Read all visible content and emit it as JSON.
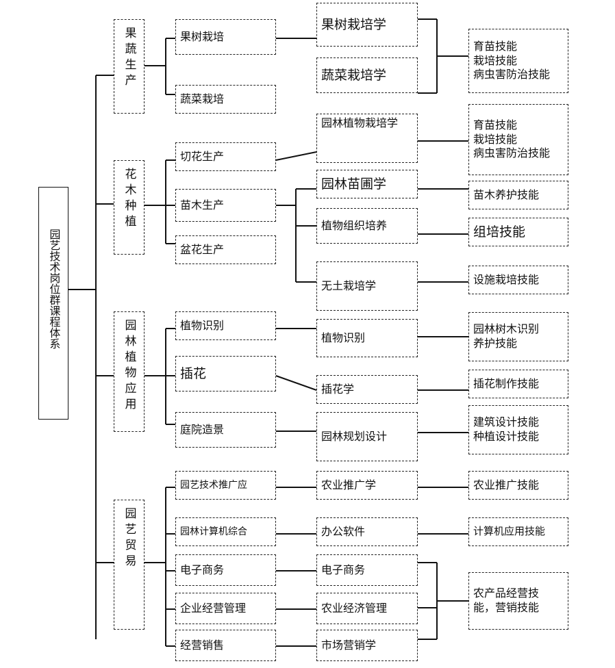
{
  "nodes": {
    "root": "园艺技术岗位群课程体系",
    "cat_guoshu": "果蔬生产",
    "cat_huamu": "花木种植",
    "cat_yuanlin": "园林植物应用",
    "cat_maoyi": "园艺贸易",
    "guoshu_zaipei": "果树栽培",
    "shucai_zaipei": "蔬菜栽培",
    "qiehua": "切花生产",
    "miaomu": "苗木生产",
    "penhua": "盆花生产",
    "zhiwu_shibie": "植物识别",
    "chahua": "插花",
    "tingyuan": "庭院造景",
    "tuiguang": "园艺技术推广应",
    "jisuanji": "园林计算机综合",
    "dianzi": "电子商务",
    "qiye": "企业经营管理",
    "jingying": "经营销售",
    "c_guoshu": "果树栽培学",
    "c_shucai": "蔬菜栽培学",
    "c_yuanlin_zaipei": "园林植物栽培学",
    "c_miaopu": "园林苗圃学",
    "c_zuzhi": "植物组织培养",
    "c_wutu": "无土栽培学",
    "c_shibie": "植物识别",
    "c_chahua": "插花学",
    "c_guihua": "园林规划设计",
    "c_tuiguang": "农业推广学",
    "c_bangong": "办公软件",
    "c_dianzi": "电子商务",
    "c_jingji": "农业经济管理",
    "c_yingxiao": "市场营销学",
    "s_guoshu": "育苗技能\n栽培技能\n病虫害防治技能",
    "s_yuanlin": "育苗技能\n栽培技能\n病虫害防治技能",
    "s_miaomu": "苗木养护技能",
    "s_zupei": "组培技能",
    "s_sheshi": "设施栽培技能",
    "s_shumu": "园林树木识别\n养护技能",
    "s_chahua": "插花制作技能",
    "s_sheji": "建筑设计技能\n种植设计技能",
    "s_tuiguang": "农业推广技能",
    "s_jisuanji": "计算机应用技能",
    "s_nongchanpin": "农产品经营技\n能，营销技能"
  }
}
